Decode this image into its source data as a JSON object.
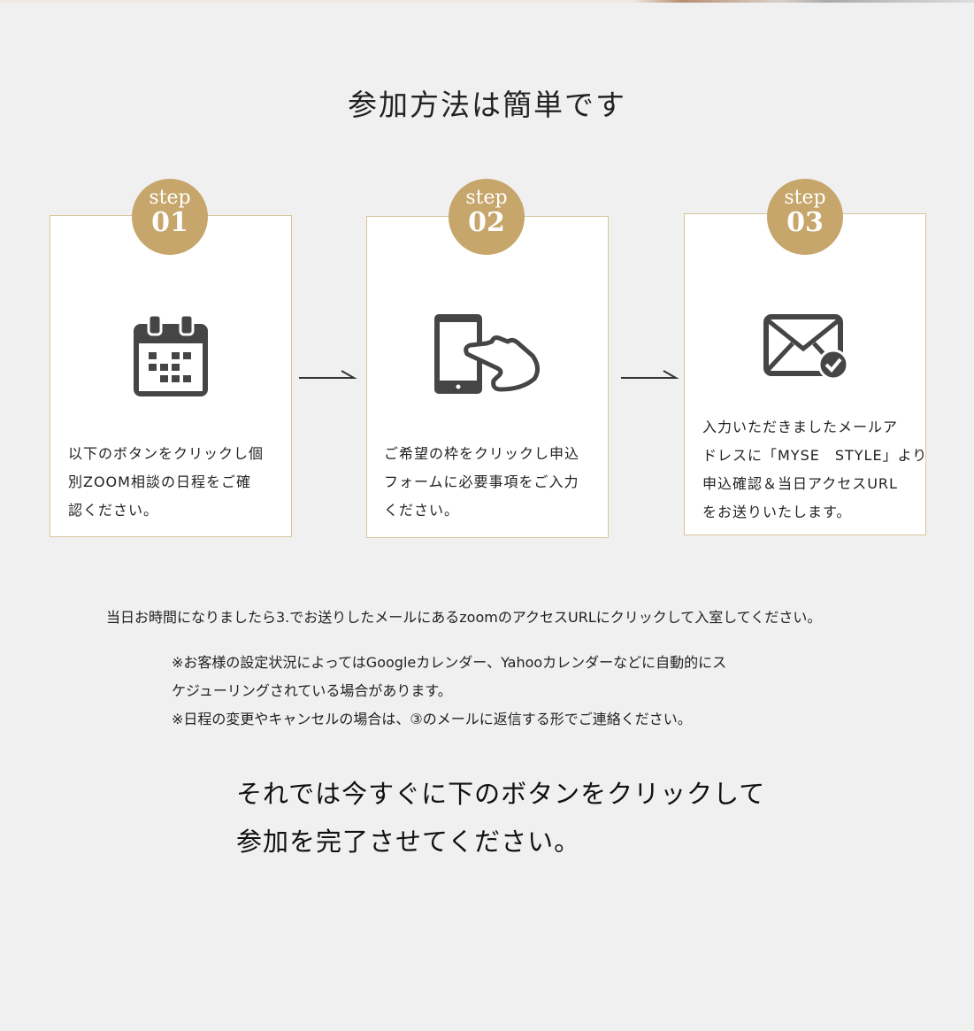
{
  "title": "参加方法は簡単です",
  "steps": [
    {
      "label": "step",
      "num": "01",
      "icon": "calendar-icon",
      "lines": [
        "以下のボタンをクリックし個",
        "別ZOOM相談の日程をご確",
        "認ください。"
      ]
    },
    {
      "label": "step",
      "num": "02",
      "icon": "smartphone-tap-icon",
      "lines": [
        "ご希望の枠をクリックし申込",
        "フォームに必要事項をご入力",
        "ください。"
      ]
    },
    {
      "label": "step",
      "num": "03",
      "icon": "mail-check-icon",
      "lines": [
        "入力いただきましたメールア",
        "ドレスに「MYSE　STYLE」より",
        "申込確認＆当日アクセスURL",
        "をお送りいたします。"
      ]
    }
  ],
  "notice": "当日お時間になりましたら3.でお送りしたメールにあるzoomのアクセスURLにクリックして入室してください。",
  "notes": [
    "※お客様の設定状況によってはGoogleカレンダー、Yahooカレンダーなどに自動的にス",
    "ケジューリングされている場合があります。",
    "※日程の変更やキャンセルの場合は、③のメールに返信する形でご連絡ください。"
  ],
  "cta": [
    "それでは今すぐに下のボタンをクリックして",
    "参加を完了させてください。"
  ],
  "colors": {
    "accent": "#c6a66b",
    "border": "#d8c39c",
    "bg": "#f0f0f0"
  }
}
